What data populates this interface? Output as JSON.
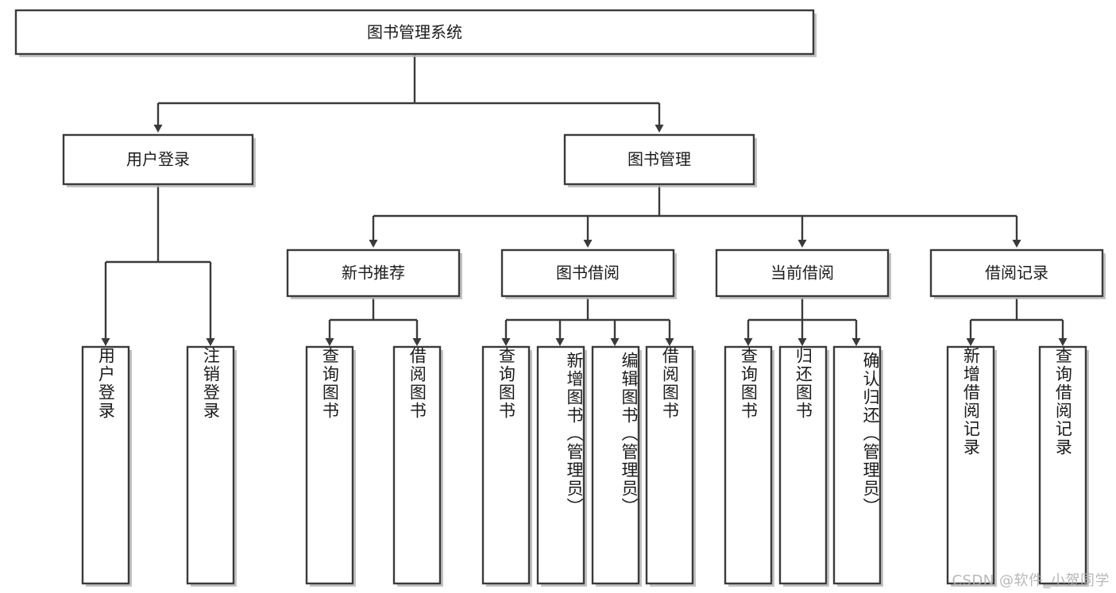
{
  "diagram": {
    "title": "图书管理系统",
    "type": "hierarchy-tree",
    "root": {
      "id": "root",
      "label": "图书管理系统"
    },
    "level2": [
      {
        "id": "user-login",
        "label": "用户登录"
      },
      {
        "id": "book-manage",
        "label": "图书管理"
      }
    ],
    "level3": [
      {
        "id": "new-book-rec",
        "label": "新书推荐",
        "parent": "book-manage"
      },
      {
        "id": "book-borrow",
        "label": "图书借阅",
        "parent": "book-manage"
      },
      {
        "id": "current-borrow",
        "label": "当前借阅",
        "parent": "book-manage"
      },
      {
        "id": "borrow-record",
        "label": "借阅记录",
        "parent": "book-manage"
      }
    ],
    "leaves": [
      {
        "id": "leaf-user-login",
        "label": "用户登录",
        "parent": "user-login"
      },
      {
        "id": "leaf-user-logout",
        "label": "注销登录",
        "parent": "user-login"
      },
      {
        "id": "leaf-query-book-1",
        "label": "查询图书",
        "parent": "new-book-rec"
      },
      {
        "id": "leaf-borrow-book-1",
        "label": "借阅图书",
        "parent": "new-book-rec"
      },
      {
        "id": "leaf-query-book-2",
        "label": "查询图书",
        "parent": "book-borrow"
      },
      {
        "id": "leaf-add-book",
        "label": "新增图书（管理员）",
        "parent": "book-borrow"
      },
      {
        "id": "leaf-edit-book",
        "label": "编辑图书（管理员）",
        "parent": "book-borrow"
      },
      {
        "id": "leaf-borrow-book-2",
        "label": "借阅图书",
        "parent": "book-borrow"
      },
      {
        "id": "leaf-query-book-3",
        "label": "查询图书",
        "parent": "current-borrow"
      },
      {
        "id": "leaf-return-book",
        "label": "归还图书",
        "parent": "current-borrow"
      },
      {
        "id": "leaf-confirm-return",
        "label": "确认归还（管理员）",
        "parent": "current-borrow"
      },
      {
        "id": "leaf-add-record",
        "label": "新增借阅记录",
        "parent": "borrow-record"
      },
      {
        "id": "leaf-query-record",
        "label": "查询借阅记录",
        "parent": "borrow-record"
      }
    ],
    "colors": {
      "background": "#ffffff",
      "box_fill": "#ffffff",
      "box_stroke": "#3a3a3a",
      "text": "#1b1b1b",
      "shadow": "#b9b9b9",
      "watermark": "#b0b0b0"
    }
  },
  "watermark": {
    "text": "CSDN @软件_小贺同学"
  }
}
